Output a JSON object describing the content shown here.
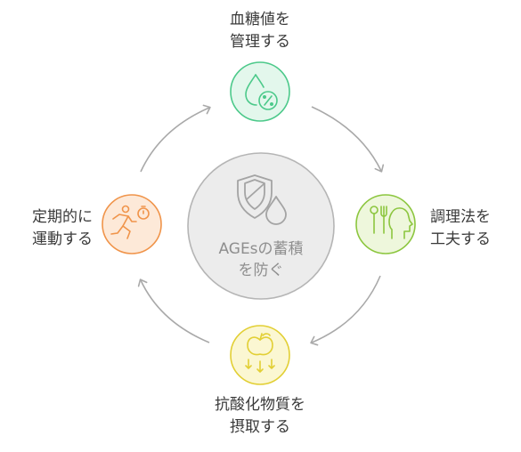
{
  "center": {
    "title_line1": "AGEsの蓄積",
    "title_line2": "を防ぐ",
    "icon": "shield-droplet-icon"
  },
  "steps": {
    "top": {
      "line1": "血糖値を",
      "line2": "管理する",
      "icon": "droplet-percent-icon",
      "color": "#4cc98a",
      "fill": "#e3f7ec"
    },
    "right": {
      "line1": "調理法を",
      "line2": "工夫する",
      "icon": "head-utensils-icon",
      "color": "#8cc63f",
      "fill": "#eef7dc"
    },
    "bottom": {
      "line1": "抗酸化物質を",
      "line2": "摂取する",
      "icon": "apple-arrows-down-icon",
      "color": "#e2cf34",
      "fill": "#fbf7d2"
    },
    "left": {
      "line1": "定期的に",
      "line2": "運動する",
      "icon": "runner-stopwatch-icon",
      "color": "#f0944a",
      "fill": "#fde9d8"
    }
  },
  "colors": {
    "arrow": "#a9a9a9",
    "center_fill": "#ececec",
    "center_stroke": "#b5b5b5",
    "text": "#3a3a3a"
  }
}
